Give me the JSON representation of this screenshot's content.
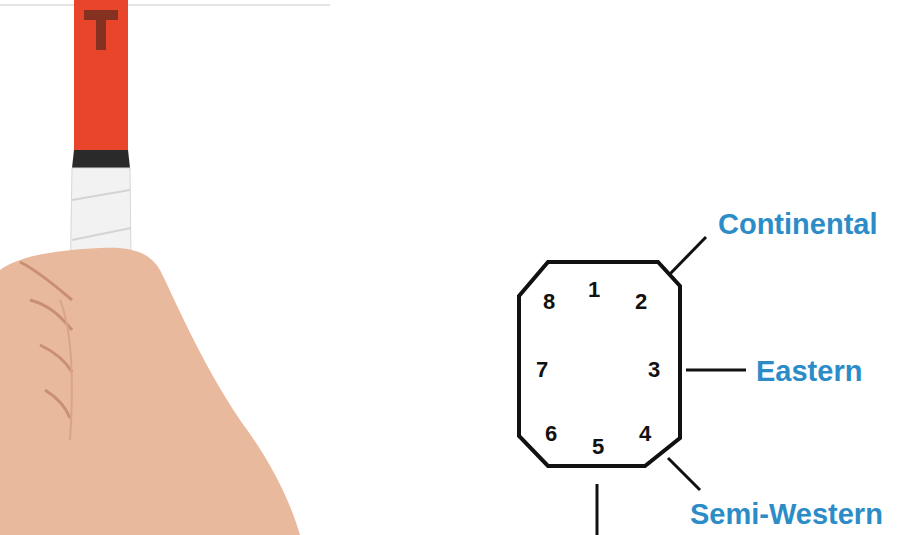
{
  "diagram": {
    "nodes": [
      {
        "text": [
          "1",
          "2",
          "3",
          "4",
          "5",
          "6",
          "7",
          "8"
        ]
      }
    ],
    "labels": [
      "Continental",
      "Eastern",
      "Semi-Western"
    ]
  }
}
